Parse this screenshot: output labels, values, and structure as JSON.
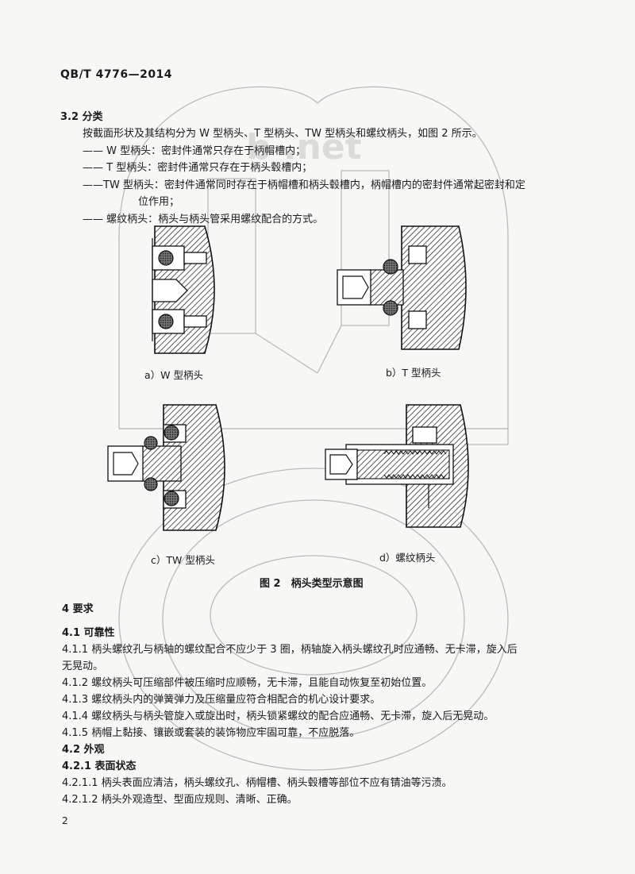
{
  "header": {
    "code": "QB/T 4776—2014"
  },
  "section_3_2": {
    "heading": "3.2  分类",
    "intro": "按截面形状及其结构分为 W 型柄头、T 型柄头、TW 型柄头和螺纹柄头，如图 2 所示。",
    "items": [
      "—— W 型柄头：密封件通常只存在于柄帽槽内；",
      "—— T 型柄头：密封件通常只存在于柄头毂槽内；",
      "——TW 型柄头：密封件通常同时存在于柄帽槽和柄头毂槽内，柄帽槽内的密封件通常起密封和定",
      "位作用；",
      "—— 螺纹柄头：柄头与柄头管采用螺纹配合的方式。"
    ]
  },
  "figure": {
    "captions": [
      "a）W 型柄头",
      "b）T 型柄头",
      "c）TW 型柄头",
      "d）螺纹柄头"
    ],
    "title": "图 2　柄头类型示意图"
  },
  "section_4": {
    "heading": "4  要求",
    "s4_1": "4.1  可靠性",
    "p4_1_1a": "4.1.1   柄头螺纹孔与柄轴的螺纹配合不应少于 3 圈，柄轴旋入柄头螺纹孔时应通畅、无卡滞，旋入后",
    "p4_1_1b": "无晃动。",
    "p4_1_2": "4.1.2   螺纹柄头可压缩部件被压缩时应顺畅，无卡滞，且能自动恢复至初始位置。",
    "p4_1_3": "4.1.3   螺纹柄头内的弹簧弹力及压缩量应符合相配合的机心设计要求。",
    "p4_1_4": "4.1.4   螺纹柄头与柄头管旋入或旋出时，柄头锁紧螺纹的配合应通畅、无卡滞，旋入后无晃动。",
    "p4_1_5": "4.1.5   柄帽上黏接、镶嵌或套装的装饰物应牢固可靠，不应脱落。",
    "s4_2": "4.2  外观",
    "s4_2_1": "4.2.1   表面状态",
    "p4_2_1_1": "4.2.1.1   柄头表面应清洁，柄头螺纹孔、柄帽槽、柄头毂槽等部位不应有锖油等污渍。",
    "p4_2_1_2": "4.2.1.2   柄头外观造型、型面应规则、清晰、正确。"
  },
  "footer": {
    "page": "2"
  },
  "watermark_text": "b .net"
}
